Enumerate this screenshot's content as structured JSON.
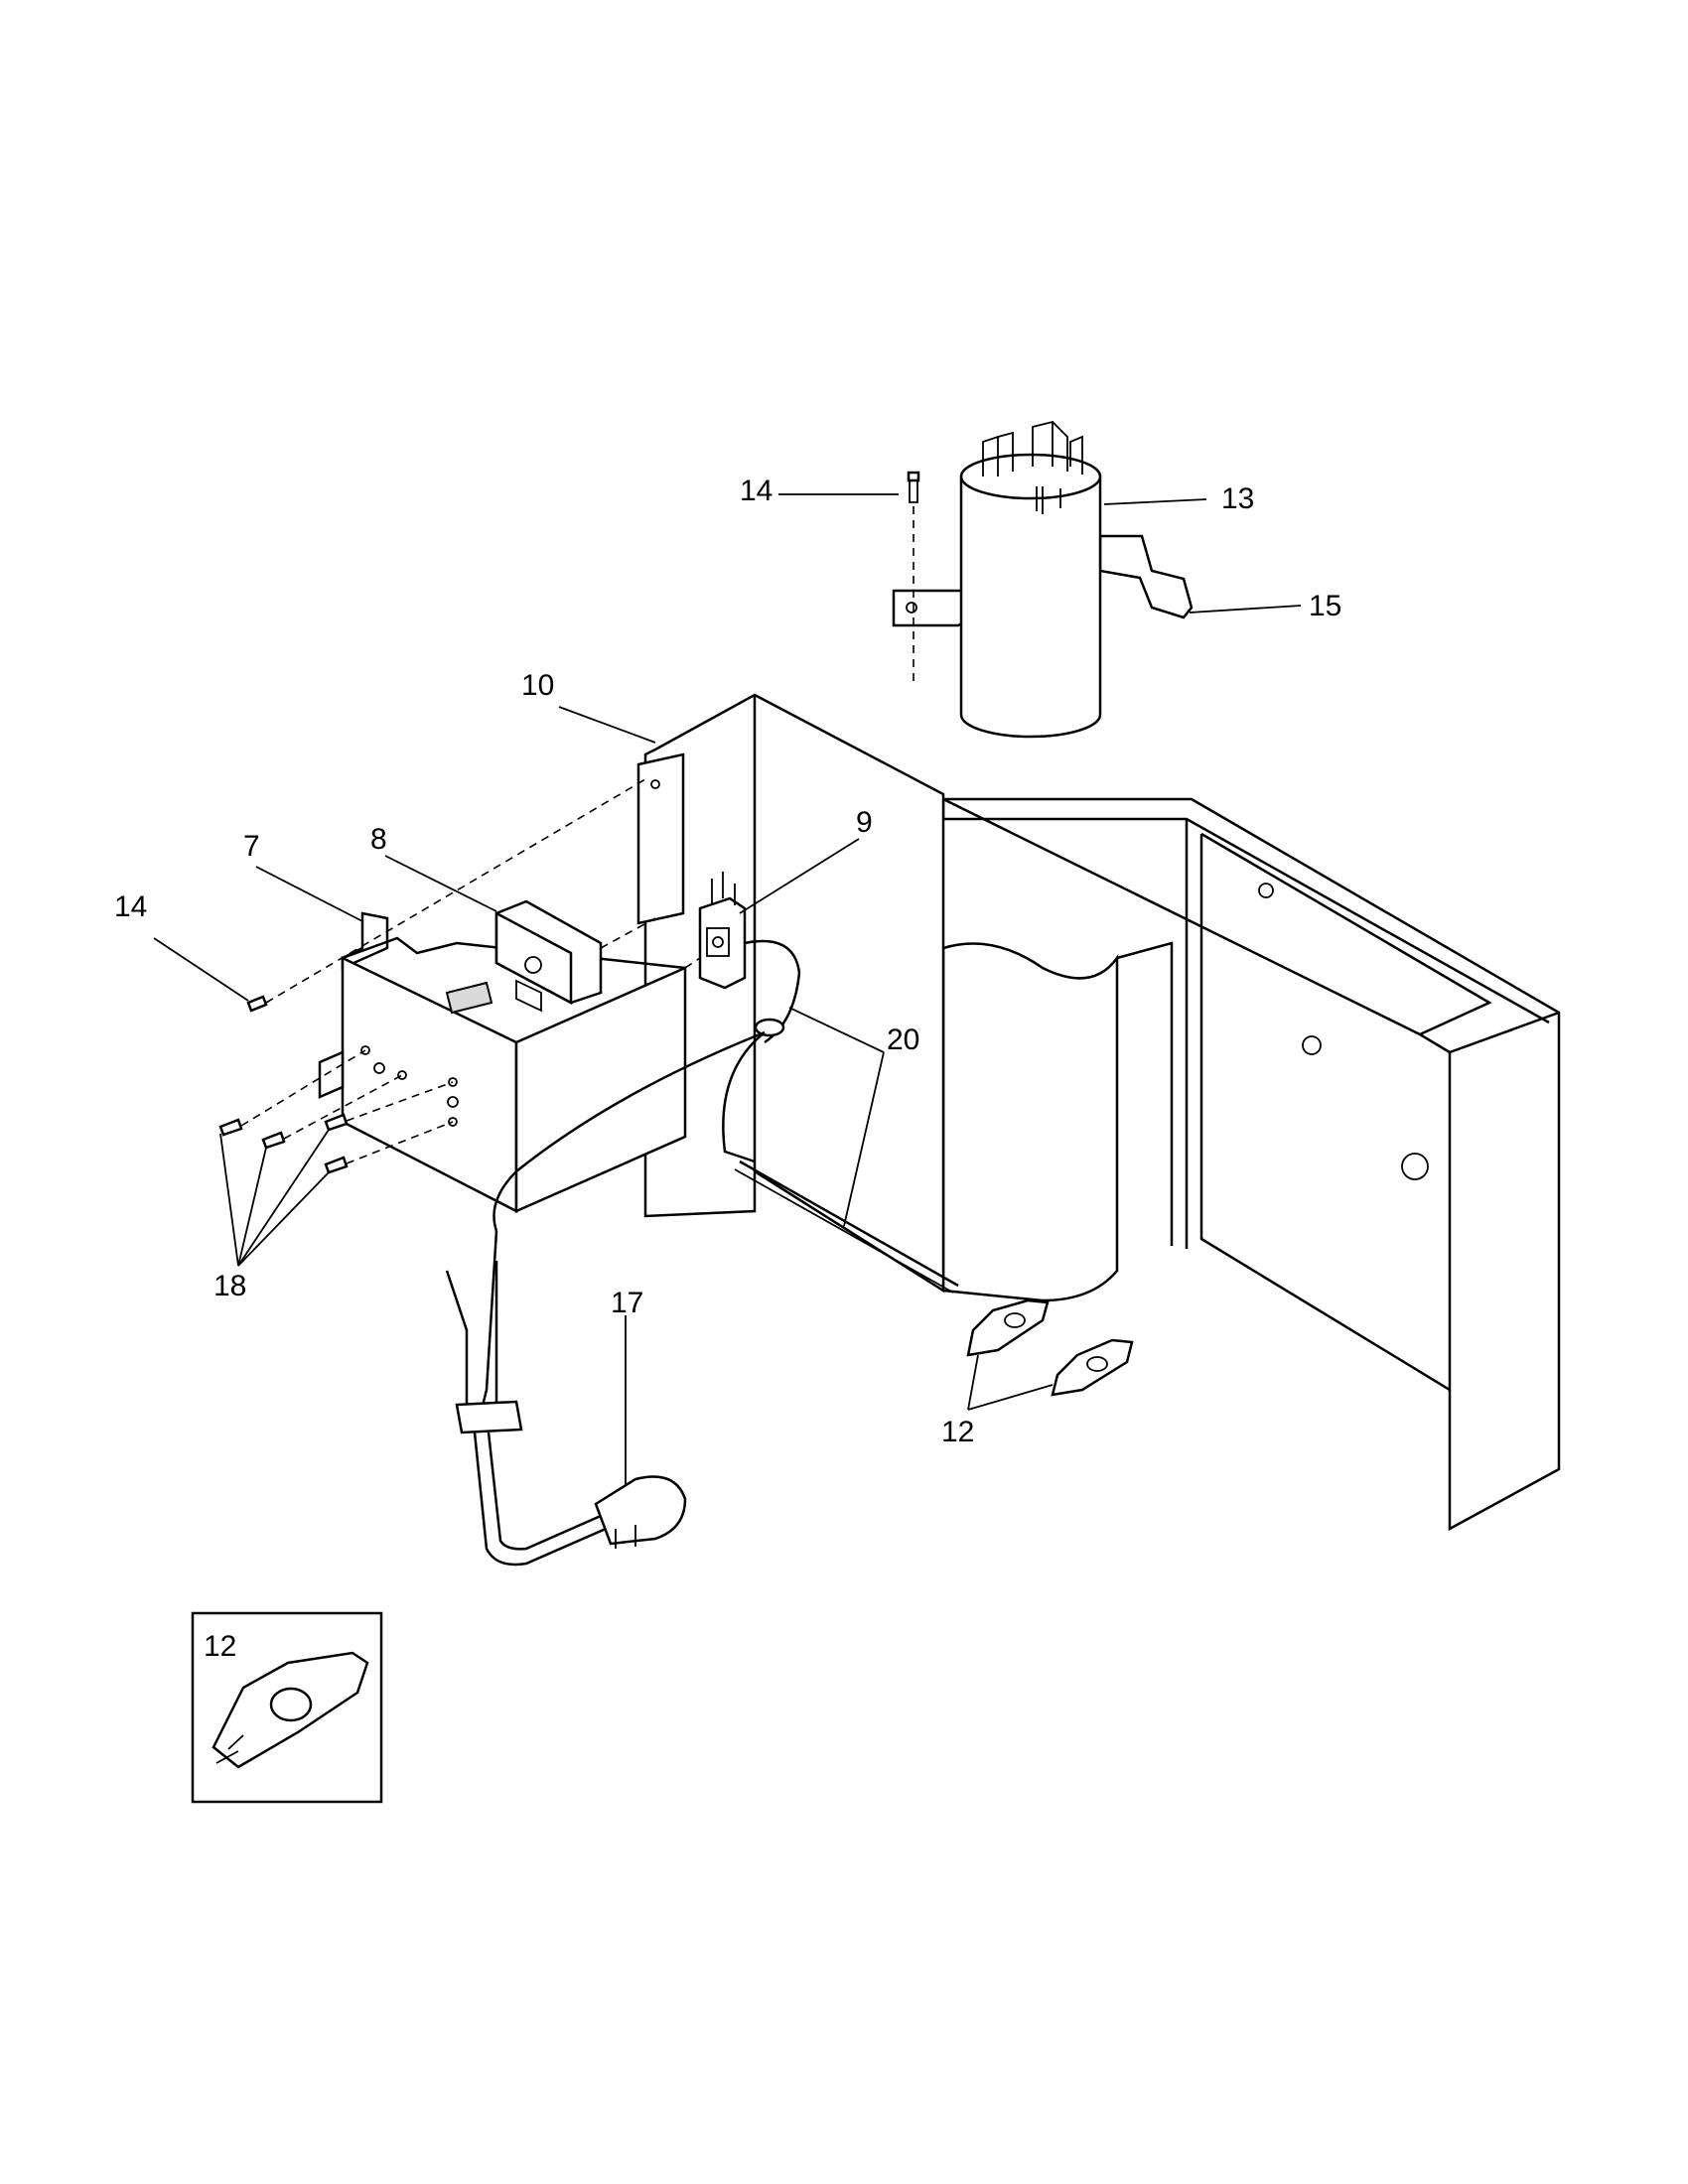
{
  "callouts": {
    "c7": "7",
    "c8": "8",
    "c9": "9",
    "c10": "10",
    "c12_main": "12",
    "c12_inset": "12",
    "c13": "13",
    "c14_top": "14",
    "c14_left": "14",
    "c15": "15",
    "c17": "17",
    "c18": "18",
    "c20": "20"
  }
}
